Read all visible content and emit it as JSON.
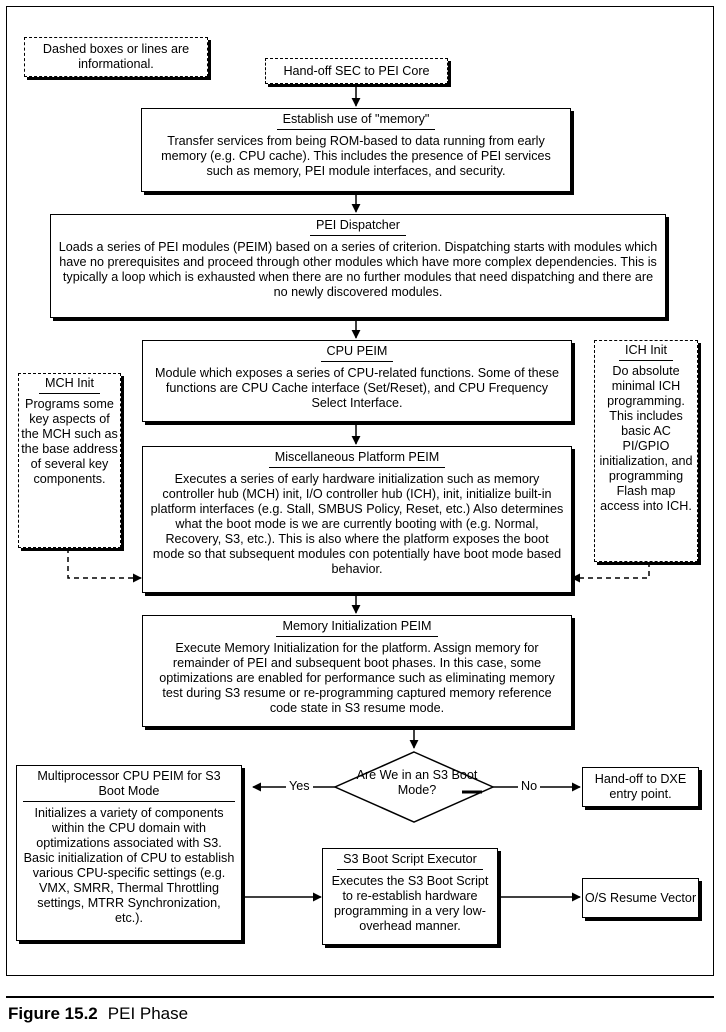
{
  "legend": {
    "text": "Dashed boxes or lines are informational."
  },
  "handoff_sec": {
    "text": "Hand-off SEC to PEI Core"
  },
  "establish_memory": {
    "title": "Establish use of \"memory\"",
    "body": "Transfer services from being ROM-based to data running from early memory (e.g. CPU cache). This includes the presence of PEI services such as memory, PEI module interfaces, and security."
  },
  "pei_dispatcher": {
    "title": "PEI Dispatcher",
    "body": "Loads a series of PEI modules (PEIM) based on a series of criterion. Dispatching starts with modules which have no prerequisites and proceed through other modules which have more complex dependencies. This is typically a loop which is exhausted when there are no further modules that need dispatching and there are no newly discovered modules."
  },
  "cpu_peim": {
    "title": "CPU PEIM",
    "body": "Module which exposes a series of CPU-related functions. Some of these functions are CPU Cache interface (Set/Reset), and CPU Frequency Select Interface."
  },
  "mch_init": {
    "title": "MCH Init",
    "body": "Programs some key aspects of the MCH such as the base address of several key components."
  },
  "ich_init": {
    "title": "ICH Init",
    "body": "Do absolute minimal ICH programming. This includes basic AC PI/GPIO initialization, and programming Flash map access into ICH."
  },
  "misc_platform_peim": {
    "title": "Miscellaneous Platform PEIM",
    "body": "Executes a series of early hardware initialization such as memory controller hub (MCH) init, I/O controller hub (ICH), init, initialize built-in platform interfaces (e.g. Stall, SMBUS Policy, Reset, etc.) Also determines what the boot mode is we are currently booting with (e.g. Normal, Recovery, S3, etc.). This is also where the platform exposes the boot mode so that subsequent modules con potentially have boot mode based behavior."
  },
  "memory_init_peim": {
    "title": "Memory Initialization PEIM",
    "body": "Execute Memory Initialization for the platform. Assign memory for remainder of PEI and subsequent boot phases. In this case, some optimizations are enabled for performance such as eliminating memory test during S3 resume or re-programming captured memory reference code state in S3 resume mode."
  },
  "decision": {
    "text": "Are We in an S3 Boot Mode?",
    "yes_label": "Yes",
    "no_label": "No"
  },
  "handoff_dxe": {
    "text": "Hand-off to DXE entry point."
  },
  "mp_cpu_peim": {
    "title": "Multiprocessor CPU PEIM for S3 Boot Mode",
    "body": "Initializes a variety of components within the CPU domain with optimizations associated with S3. Basic initialization of CPU to establish various CPU-specific settings (e.g. VMX, SMRR, Thermal Throttling settings, MTRR Synchronization, etc.)."
  },
  "s3_boot_script": {
    "title": "S3 Boot Script Executor",
    "body": "Executes the S3 Boot Script to re-establish hardware programming in a very low-overhead manner."
  },
  "os_resume": {
    "text": "O/S Resume Vector"
  },
  "caption": {
    "number": "Figure 15.2",
    "title": "PEI Phase"
  }
}
